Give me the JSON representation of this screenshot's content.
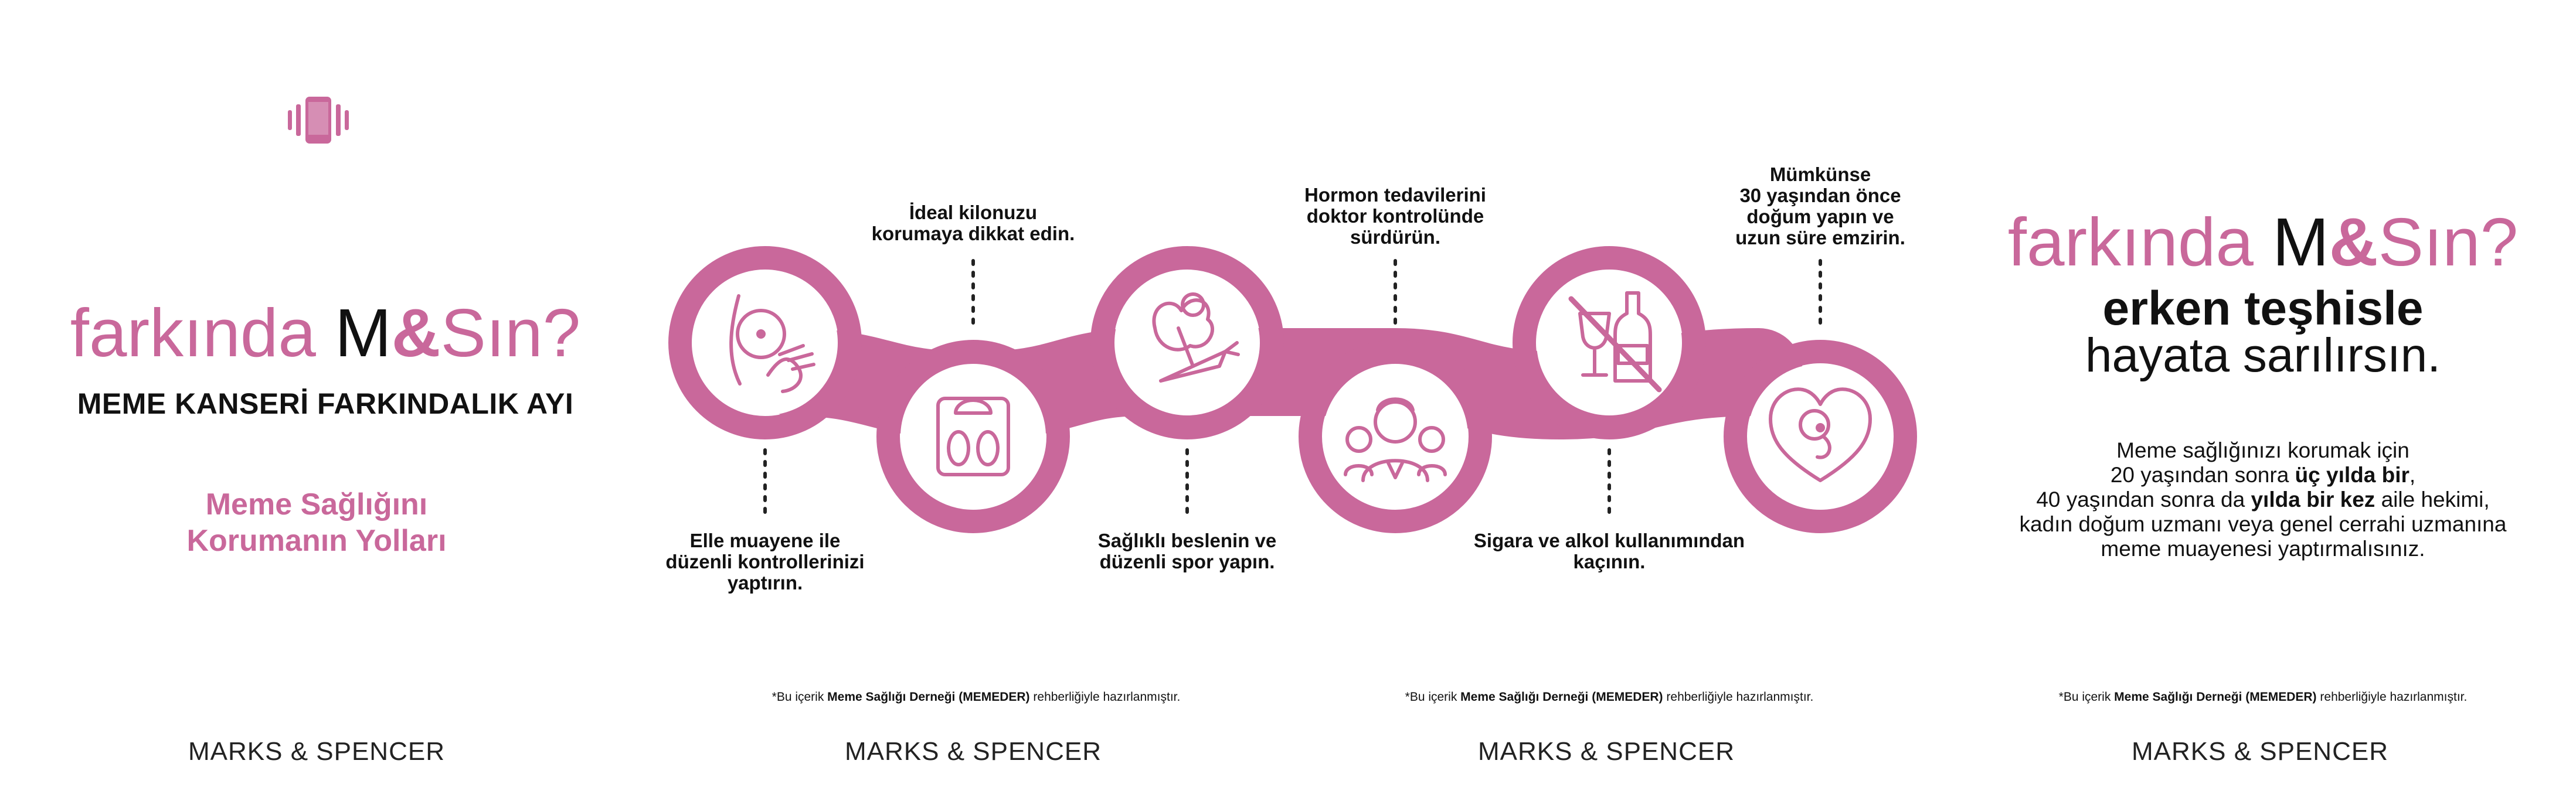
{
  "colors": {
    "accent": "#c9689b",
    "text": "#111111",
    "background": "#ffffff"
  },
  "brand": {
    "word1": "farkında ",
    "m": "M",
    "amp": "&",
    "s": "S",
    "word2": "ın?"
  },
  "panel1": {
    "icon": "phone-vibrate-icon",
    "subtitle": "MEME KANSERİ FARKINDALIK AYI",
    "ways_line1": "Meme Sağlığını",
    "ways_line2": "Korumanın Yolları",
    "footer": "MARKS & SPENCER"
  },
  "panel2": {
    "step1": {
      "icon": "breast-self-exam-icon",
      "l1": "Elle muayene ile",
      "l2": "düzenli kontrollerinizi",
      "l3": "yaptırın."
    },
    "step2": {
      "icon": "weighing-scale-icon",
      "l1": "İdeal kilonuzu",
      "l2": "korumaya dikkat edin."
    },
    "step3": {
      "icon": "vegetables-icon",
      "l1": "Sağlıklı beslenin ve",
      "l2": "düzenli spor yapın."
    },
    "note": {
      "pre": "*Bu içerik ",
      "bold": "Meme Sağlığı Derneği (MEMEDER)",
      "post": " rehberliğiyle hazırlanmıştır."
    },
    "footer": "MARKS & SPENCER"
  },
  "panel3": {
    "step4": {
      "icon": "doctor-icon",
      "l1": "Hormon tedavilerini",
      "l2": "doktor kontrolünde",
      "l3": "sürdürün."
    },
    "step5": {
      "icon": "no-alcohol-icon",
      "l1": "Sigara ve alkol kullanımından",
      "l2": "kaçının."
    },
    "step6": {
      "icon": "pregnancy-heart-icon",
      "l1": "Mümkünse",
      "l2": "30 yaşından önce",
      "l3": "doğum yapın ve",
      "l4": "uzun süre emzirin."
    },
    "note": {
      "pre": "*Bu içerik ",
      "bold": "Meme Sağlığı Derneği (MEMEDER)",
      "post": " rehberliğiyle hazırlanmıştır."
    },
    "footer": "MARKS & SPENCER"
  },
  "panel4": {
    "slogan1": "erken teşhisle",
    "slogan2": "hayata sarılırsın.",
    "advice": {
      "l1": "Meme sağlığınızı korumak için",
      "l2a": "20 yaşından sonra ",
      "l2b": "üç yılda bir",
      "l2c": ",",
      "l3a": "40 yaşından sonra da ",
      "l3b": "yılda bir kez",
      "l3c": " aile hekimi,",
      "l4": "kadın doğum uzmanı veya genel cerrahi uzmanına",
      "l5": "meme muayenesi yaptırmalısınız."
    },
    "note": {
      "pre": "*Bu içerik ",
      "bold": "Meme Sağlığı Derneği (MEMEDER)",
      "post": " rehberliğiyle hazırlanmıştır."
    },
    "footer": "MARKS & SPENCER"
  }
}
